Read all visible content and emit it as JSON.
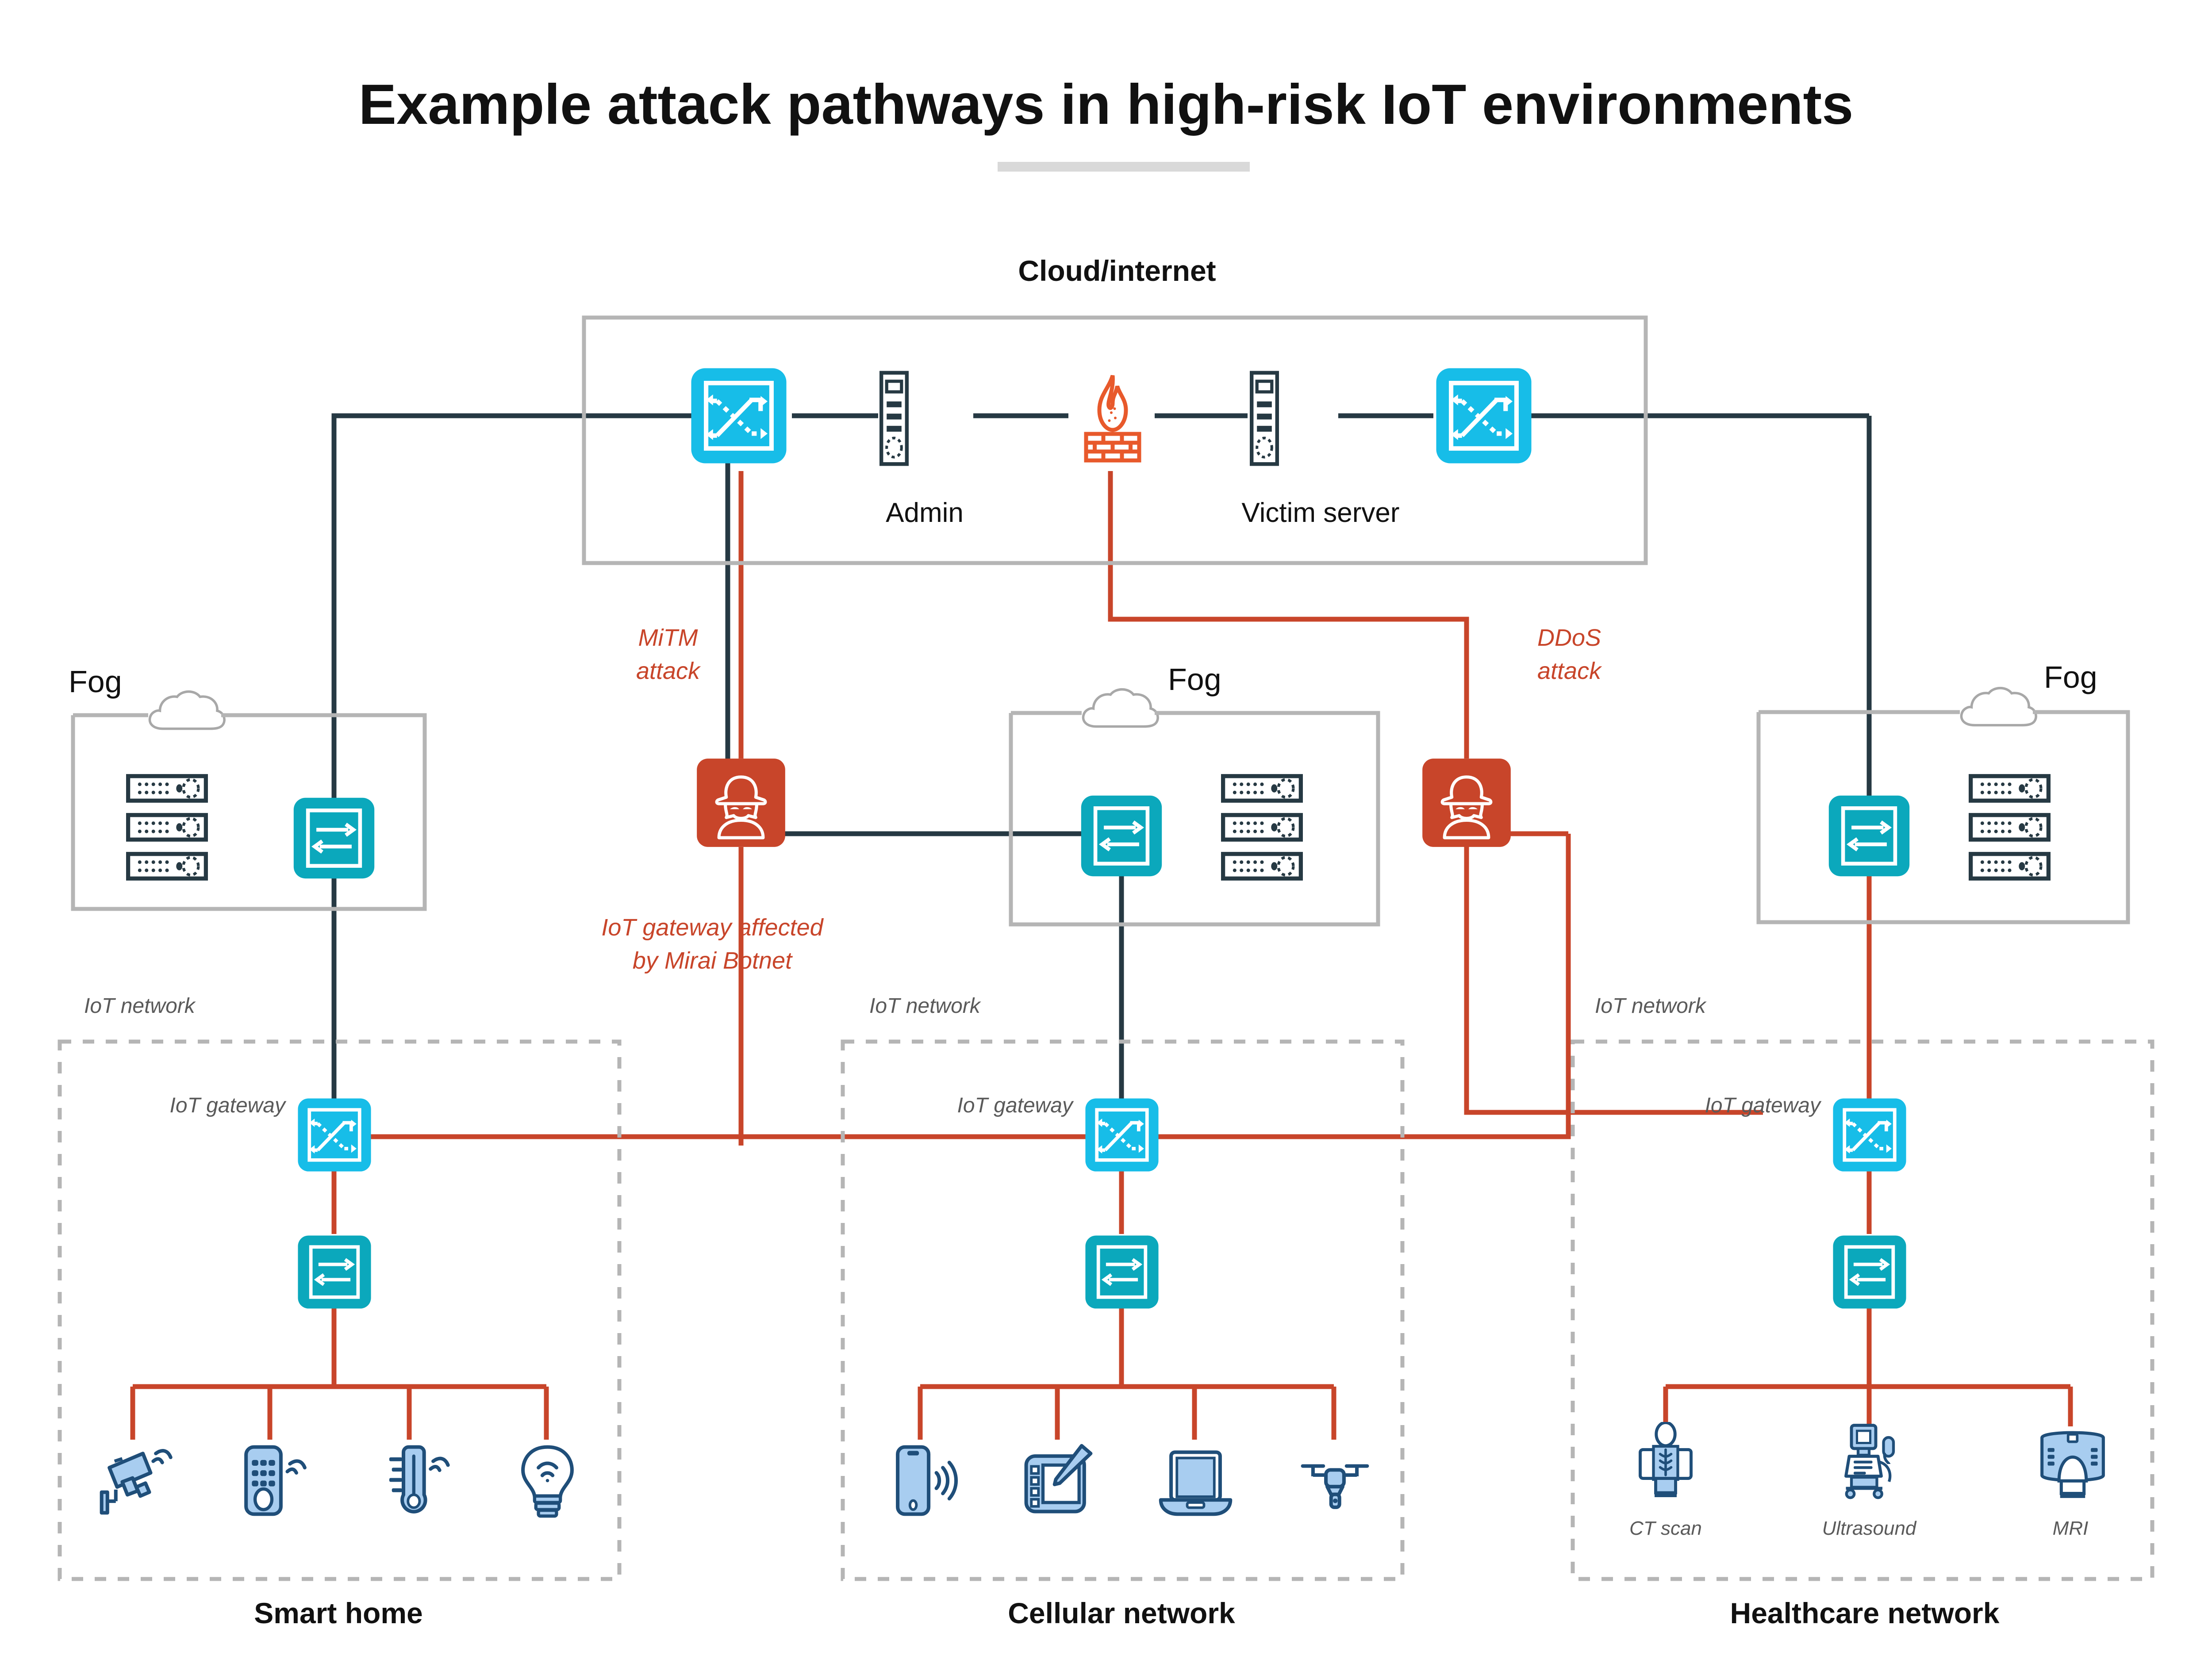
{
  "page": {
    "title": "Example attack pathways in high-risk IoT environments",
    "background": "#ffffff"
  },
  "colors": {
    "router_cyan": "#17BDE8",
    "switch_teal": "#0BA8BC",
    "attacker_red": "#C8452A",
    "attack_line_red": "#C8452A",
    "normal_line_dark": "#263943",
    "box_gray": "#B5B5B5",
    "device_blue_fill": "#A8CDF0",
    "device_blue_stroke": "#1F4E79",
    "divider_gray": "#D9D9D9",
    "text_dark": "#111111",
    "text_gray": "#5a5a5a"
  },
  "cloud_section": {
    "heading": "Cloud/internet",
    "nodes": [
      {
        "id": "cloud-router-left",
        "type": "router-icon",
        "label": ""
      },
      {
        "id": "admin-server",
        "type": "server-icon",
        "label": "Admin"
      },
      {
        "id": "firewall",
        "type": "firewall-icon",
        "label": ""
      },
      {
        "id": "victim-server",
        "type": "server-icon",
        "label": "Victim server"
      },
      {
        "id": "cloud-router-right",
        "type": "router-icon",
        "label": ""
      }
    ]
  },
  "attack_labels": [
    {
      "id": "mitm",
      "text_line1": "MiTM",
      "text_line2": "attack"
    },
    {
      "id": "ddos",
      "text_line1": "DDoS",
      "text_line2": "attack"
    },
    {
      "id": "mirai",
      "text_line1": "IoT gateway affected",
      "text_line2": "by Mirai Botnet"
    }
  ],
  "attackers": [
    {
      "id": "attacker-mitm",
      "icon": "hacker-icon"
    },
    {
      "id": "attacker-ddos",
      "icon": "hacker-icon"
    }
  ],
  "fog_zones": [
    {
      "id": "fog-smart-home",
      "label": "Fog",
      "switch_side": "right",
      "server_count": 3
    },
    {
      "id": "fog-cellular",
      "label": "Fog",
      "switch_side": "left",
      "server_count": 3
    },
    {
      "id": "fog-healthcare",
      "label": "Fog",
      "switch_side": "left",
      "server_count": 3
    }
  ],
  "networks": [
    {
      "id": "smart-home",
      "group_label": "Smart home",
      "network_label": "IoT network",
      "gateway_label": "IoT gateway",
      "devices": [
        {
          "id": "cctv-camera",
          "icon": "cctv-camera-icon",
          "label": ""
        },
        {
          "id": "smart-remote",
          "icon": "remote-keypad-icon",
          "label": ""
        },
        {
          "id": "thermostat",
          "icon": "thermometer-icon",
          "label": ""
        },
        {
          "id": "smart-bulb",
          "icon": "lightbulb-icon",
          "label": ""
        }
      ]
    },
    {
      "id": "cellular",
      "group_label": "Cellular network",
      "network_label": "IoT network",
      "gateway_label": "IoT gateway",
      "devices": [
        {
          "id": "smartphone",
          "icon": "smartphone-icon",
          "label": ""
        },
        {
          "id": "tablet",
          "icon": "tablet-stylus-icon",
          "label": ""
        },
        {
          "id": "laptop",
          "icon": "laptop-icon",
          "label": ""
        },
        {
          "id": "drone",
          "icon": "drone-icon",
          "label": ""
        }
      ]
    },
    {
      "id": "healthcare",
      "group_label": "Healthcare network",
      "network_label": "IoT network",
      "gateway_label": "IoT gateway",
      "devices": [
        {
          "id": "ct-scan",
          "icon": "ct-scan-icon",
          "label": "CT scan"
        },
        {
          "id": "ultrasound",
          "icon": "ultrasound-icon",
          "label": "Ultrasound"
        },
        {
          "id": "mri",
          "icon": "mri-icon",
          "label": "MRI"
        }
      ]
    }
  ]
}
